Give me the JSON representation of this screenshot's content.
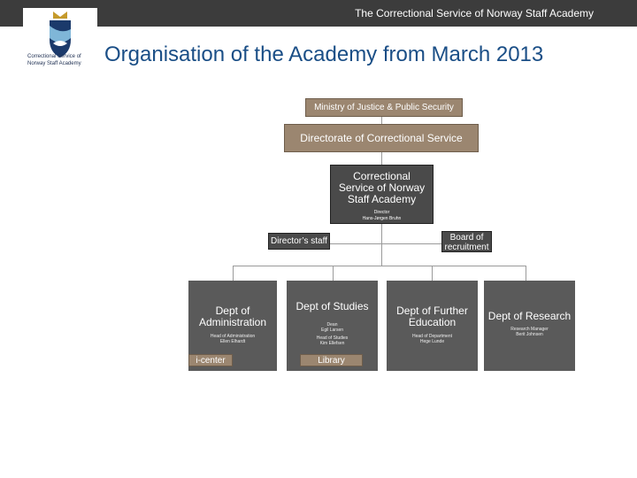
{
  "header": {
    "title": "The Correctional Service of Norway Staff Academy"
  },
  "logo": {
    "line1": "Correctional Service of",
    "line2": "Norway Staff Academy"
  },
  "page_title": "Organisation of the Academy from March 2013",
  "org": {
    "ministry": "Ministry of Justice & Public Security",
    "directorate": "Directorate of Correctional Service",
    "academy": {
      "name": "Correctional Service of Norway Staff Academy",
      "role": "Director",
      "person": "Hans-Jørgen Bruhn"
    },
    "directors_staff": "Director’s staff",
    "board": "Board of recruitment",
    "departments": [
      {
        "title": "Dept of Administration",
        "line1": "Head of Administration",
        "line2": "Ellen Elhardt",
        "unit": "i-center"
      },
      {
        "title": "Dept of Studies",
        "dean_role": "Dean",
        "dean_name": "Egil Larsen",
        "line1": "Head of Studies",
        "line2": "Kim Ellefsen",
        "unit": "Library"
      },
      {
        "title": "Dept of Further Education",
        "line1": "Head of Department",
        "line2": "Hege Lunde"
      },
      {
        "title": "Dept of Research",
        "line1": "Research Manager",
        "line2": "Berit Johnsen"
      }
    ]
  },
  "colors": {
    "dark_box": "#4a4a4a",
    "tan_box": "#9b8670",
    "title_blue": "#1a4e86",
    "topbar": "#3c3c3c"
  }
}
